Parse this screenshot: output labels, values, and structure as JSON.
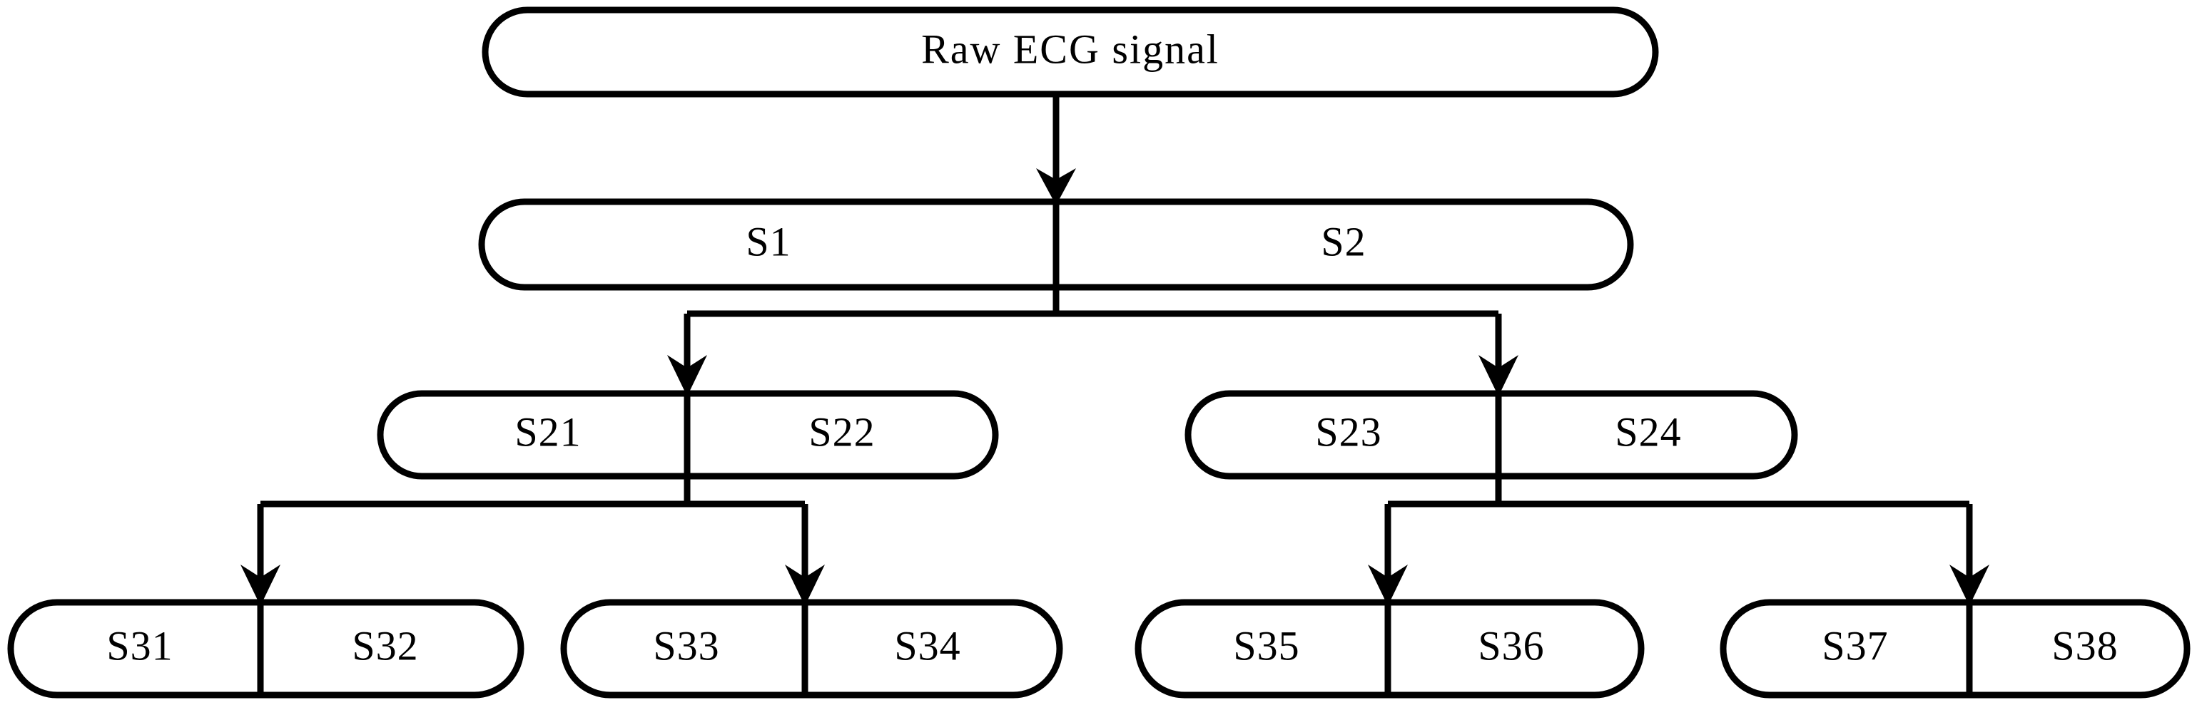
{
  "diagram": {
    "type": "wavelet-decomposition-tree",
    "title": "Raw ECG signal decomposition tree",
    "colors": {
      "stroke": "#000000",
      "fill": "#ffffff",
      "background": "#ffffff"
    },
    "levels": [
      {
        "level": 0,
        "nodes": [
          {
            "id": "root",
            "label": "Raw  ECG  signal"
          }
        ]
      },
      {
        "level": 1,
        "nodes": [
          {
            "id": "s1",
            "label": "S1"
          },
          {
            "id": "s2",
            "label": "S2"
          }
        ]
      },
      {
        "level": 2,
        "nodes": [
          {
            "id": "s21",
            "label": "S21"
          },
          {
            "id": "s22",
            "label": "S22"
          },
          {
            "id": "s23",
            "label": "S23"
          },
          {
            "id": "s24",
            "label": "S24"
          }
        ]
      },
      {
        "level": 3,
        "nodes": [
          {
            "id": "s31",
            "label": "S31"
          },
          {
            "id": "s32",
            "label": "S32"
          },
          {
            "id": "s33",
            "label": "S33"
          },
          {
            "id": "s34",
            "label": "S34"
          },
          {
            "id": "s35",
            "label": "S35"
          },
          {
            "id": "s36",
            "label": "S36"
          },
          {
            "id": "s37",
            "label": "S37"
          },
          {
            "id": "s38",
            "label": "S38"
          }
        ]
      }
    ]
  }
}
